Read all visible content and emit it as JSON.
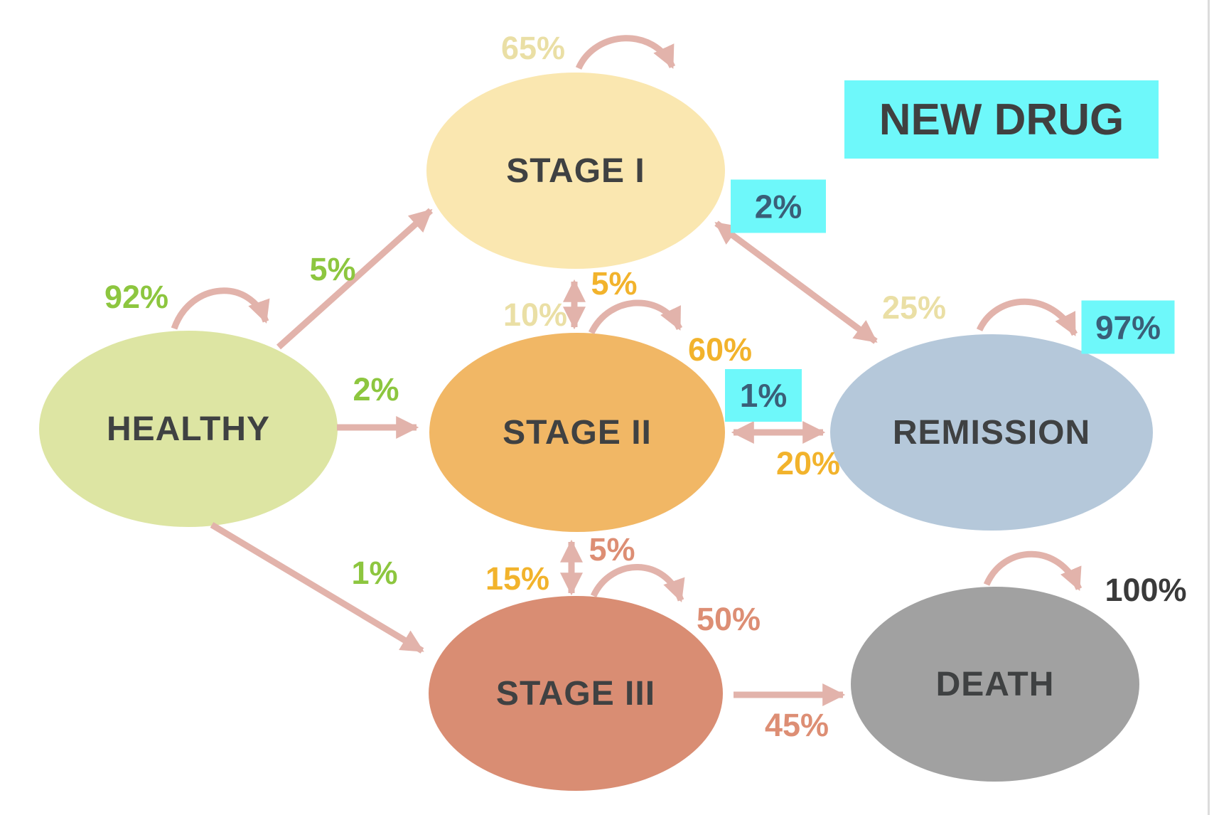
{
  "badge": {
    "label": "NEW DRUG"
  },
  "palette": {
    "background": "#FFFFFF",
    "arrow": "#E2B3AB",
    "highlight_box": "#6EF8FA",
    "highlight_text": "#3A5F78",
    "node_text": "#3F4142",
    "label_green": "#8DC63F",
    "label_gold": "#F2B32C",
    "label_tan": "#EADFA5",
    "label_salmon": "#DD8E74",
    "label_dark": "#3A3A3A"
  },
  "nodes": [
    {
      "id": "healthy",
      "label": "HEALTHY",
      "fill": "#DDE5A3"
    },
    {
      "id": "stage-1",
      "label": "STAGE I",
      "fill": "#FAE7B0"
    },
    {
      "id": "stage-2",
      "label": "STAGE II",
      "fill": "#F1B765"
    },
    {
      "id": "stage-3",
      "label": "STAGE III",
      "fill": "#D98D73"
    },
    {
      "id": "remission",
      "label": "REMISSION",
      "fill": "#B5C8DA"
    },
    {
      "id": "death",
      "label": "DEATH",
      "fill": "#A1A1A1"
    }
  ],
  "transitions": [
    {
      "from": "healthy",
      "to": "healthy",
      "value": "92%",
      "style": "green",
      "highlighted": false
    },
    {
      "from": "healthy",
      "to": "stage-1",
      "value": "5%",
      "style": "green",
      "highlighted": false
    },
    {
      "from": "healthy",
      "to": "stage-2",
      "value": "2%",
      "style": "green",
      "highlighted": false
    },
    {
      "from": "healthy",
      "to": "stage-3",
      "value": "1%",
      "style": "green",
      "highlighted": false
    },
    {
      "from": "stage-1",
      "to": "stage-1",
      "value": "65%",
      "style": "tan",
      "highlighted": false
    },
    {
      "from": "stage-1",
      "to": "stage-2",
      "value": "10%",
      "style": "tan",
      "highlighted": false
    },
    {
      "from": "stage-2",
      "to": "stage-1",
      "value": "5%",
      "style": "gold",
      "highlighted": false
    },
    {
      "from": "stage-2",
      "to": "stage-2",
      "value": "60%",
      "style": "gold",
      "highlighted": false
    },
    {
      "from": "remission",
      "to": "stage-1",
      "value": "2%",
      "style": "highlight",
      "highlighted": true
    },
    {
      "from": "stage-1",
      "to": "remission",
      "value": "25%",
      "style": "tan",
      "highlighted": false
    },
    {
      "from": "remission",
      "to": "remission",
      "value": "97%",
      "style": "highlight",
      "highlighted": true
    },
    {
      "from": "remission",
      "to": "stage-2",
      "value": "1%",
      "style": "highlight",
      "highlighted": true
    },
    {
      "from": "stage-2",
      "to": "remission",
      "value": "20%",
      "style": "gold",
      "highlighted": false
    },
    {
      "from": "stage-2",
      "to": "stage-3",
      "value": "15%",
      "style": "gold",
      "highlighted": false
    },
    {
      "from": "stage-3",
      "to": "stage-2",
      "value": "5%",
      "style": "salmon",
      "highlighted": false
    },
    {
      "from": "stage-3",
      "to": "stage-3",
      "value": "50%",
      "style": "salmon",
      "highlighted": false
    },
    {
      "from": "stage-3",
      "to": "death",
      "value": "45%",
      "style": "salmon",
      "highlighted": false
    },
    {
      "from": "death",
      "to": "death",
      "value": "100%",
      "style": "dark",
      "highlighted": false
    }
  ]
}
